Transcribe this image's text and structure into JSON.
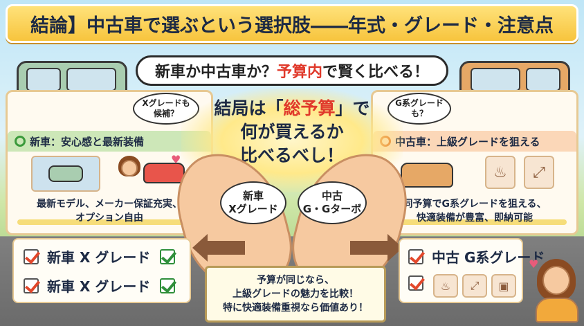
{
  "title": "結論】中古車で選ぶという選択肢――年式・グレード・注意点",
  "subtitle": {
    "before": "新車か中古車か？",
    "highlight": "予算内",
    "after": "で賢く比べる！"
  },
  "bubbles": {
    "left": "Xグレードも\n候補？",
    "right": "G系グレード\nも？"
  },
  "center": {
    "line1_before": "結局は「",
    "line1_highlight": "総予算",
    "line1_after": "」で",
    "line2": "何が買えるか",
    "line3": "比べるべし！"
  },
  "hands": {
    "left_speech": "新車\nXグレード",
    "right_speech": "中古\nG・Gターボ"
  },
  "left_panel": {
    "heading": "新車：安心感と最新装備",
    "description": "最新モデル、メーカー保証充実、\nオプション自由",
    "checklist": [
      "新車 X グレード",
      "新車 X グレード"
    ]
  },
  "right_panel": {
    "heading": "中古車：上級グレードを狙える",
    "description": "同予算でG系グレードを狙える、\n快適装備が豊富、即納可能",
    "checklist": [
      "中古 G系グレード",
      ""
    ]
  },
  "note": "予算が同じなら、\n上級グレードの魅力を比較！\n特に快適装備重視なら価値あり！",
  "colors": {
    "title_bg": "#f7c43d",
    "accent_red": "#e0392b",
    "car_left": "#a9cdb0",
    "car_right": "#e6a866",
    "new_panel_head": "#cde7b8",
    "used_panel_head": "#fbd7b8"
  },
  "icons": [
    "check-icon",
    "heart-icon",
    "seat-heater-icon",
    "seat-icon",
    "arrow-left-icon",
    "arrow-right-icon"
  ]
}
